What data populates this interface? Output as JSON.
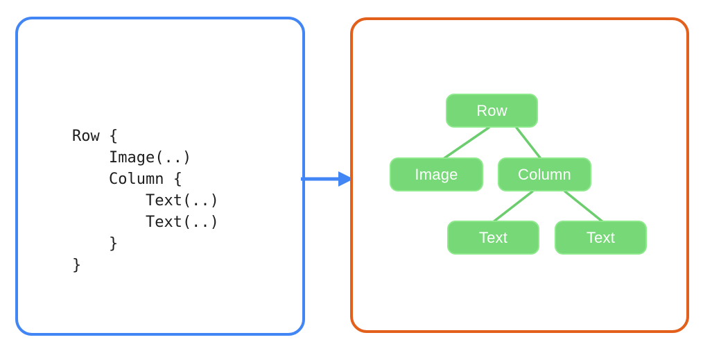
{
  "diagram": {
    "left_panel": {
      "name": "compose-code-panel",
      "border_color": "#4285f4",
      "code": "Row {\n    Image(..)\n    Column {\n        Text(..)\n        Text(..)\n    }\n}"
    },
    "connector": {
      "name": "transforms-into-arrow",
      "color": "#4285f4",
      "direction": "left-to-right"
    },
    "right_panel": {
      "name": "ui-tree-panel",
      "border_color": "#e2601c",
      "node_fill": "#76d877",
      "node_border": "#8ee88c",
      "node_text_color": "#ffffff",
      "edge_color": "#6ccd6e",
      "nodes": [
        {
          "id": "row",
          "label": "Row"
        },
        {
          "id": "image",
          "label": "Image"
        },
        {
          "id": "column",
          "label": "Column"
        },
        {
          "id": "text1",
          "label": "Text"
        },
        {
          "id": "text2",
          "label": "Text"
        }
      ],
      "edges": [
        {
          "from": "row",
          "to": "image"
        },
        {
          "from": "row",
          "to": "column"
        },
        {
          "from": "column",
          "to": "text1"
        },
        {
          "from": "column",
          "to": "text2"
        }
      ]
    }
  }
}
